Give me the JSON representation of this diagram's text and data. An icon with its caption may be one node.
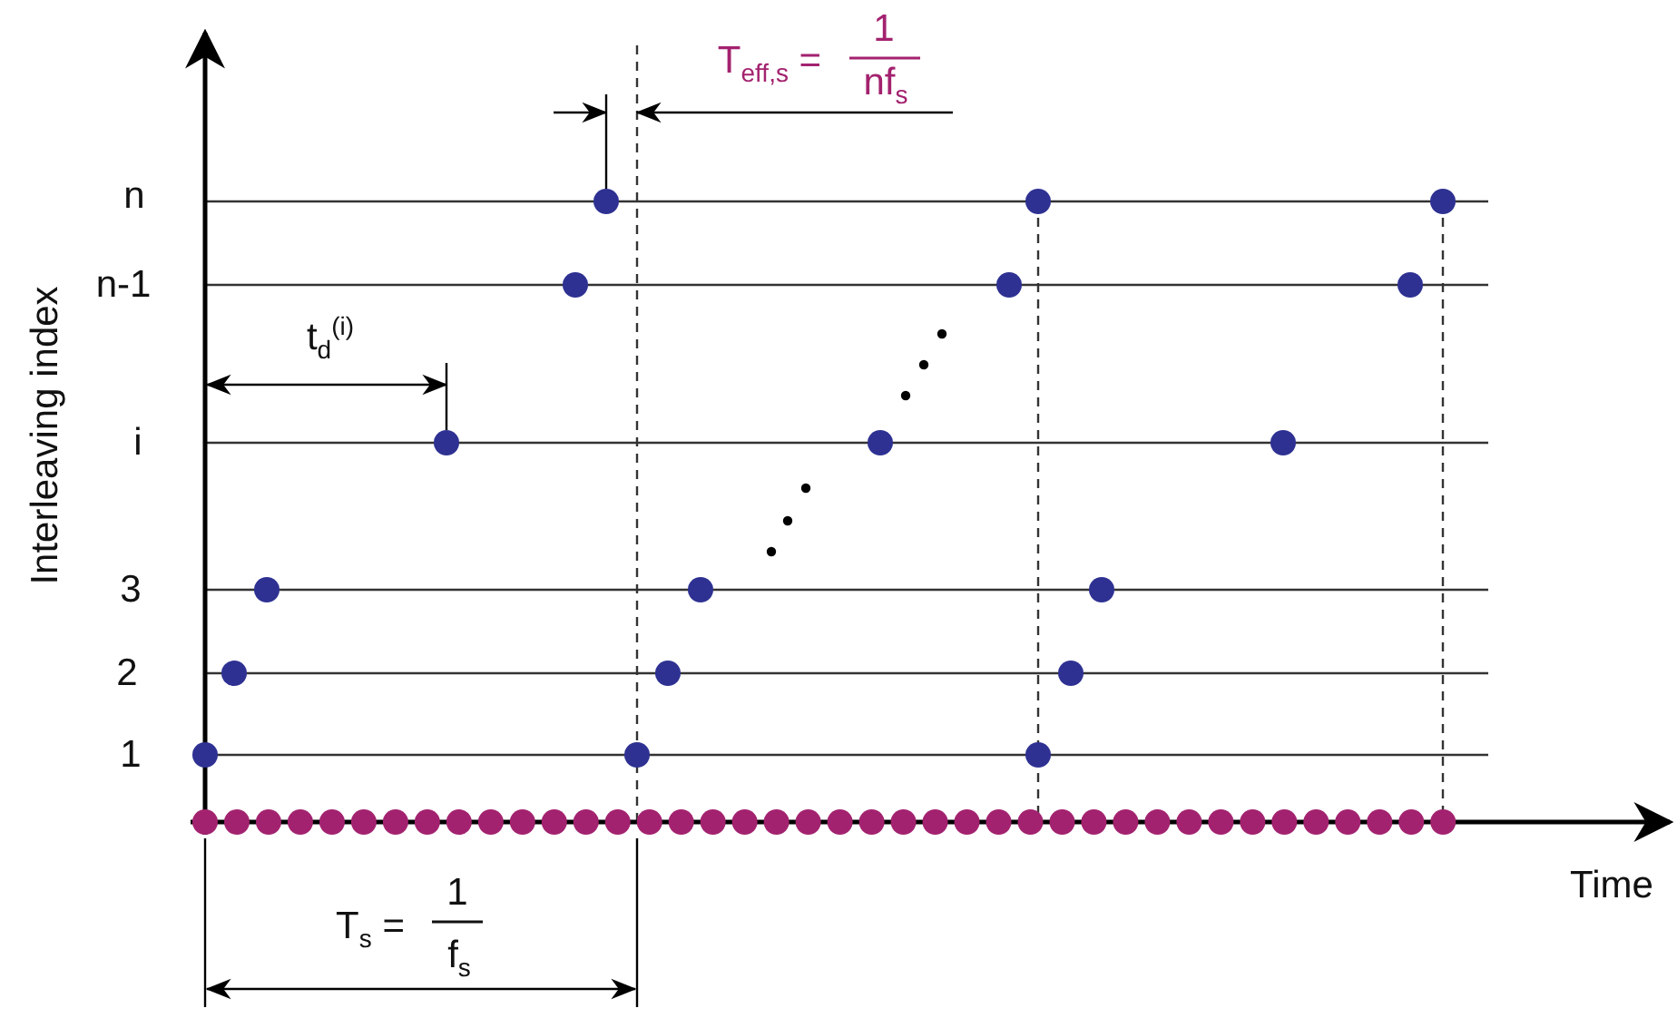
{
  "diagram": {
    "labels": [
      "T$_{eff,s}$ =",
      "1",
      "nf$_{s}$",
      "n",
      "n-1",
      "t$_{d}$$^{(i)}$",
      "i",
      "3",
      "2",
      "1",
      "Interleaving index",
      "T$_{s}$ =",
      "1",
      "f$_{s}$",
      "Time"
    ]
  }
}
